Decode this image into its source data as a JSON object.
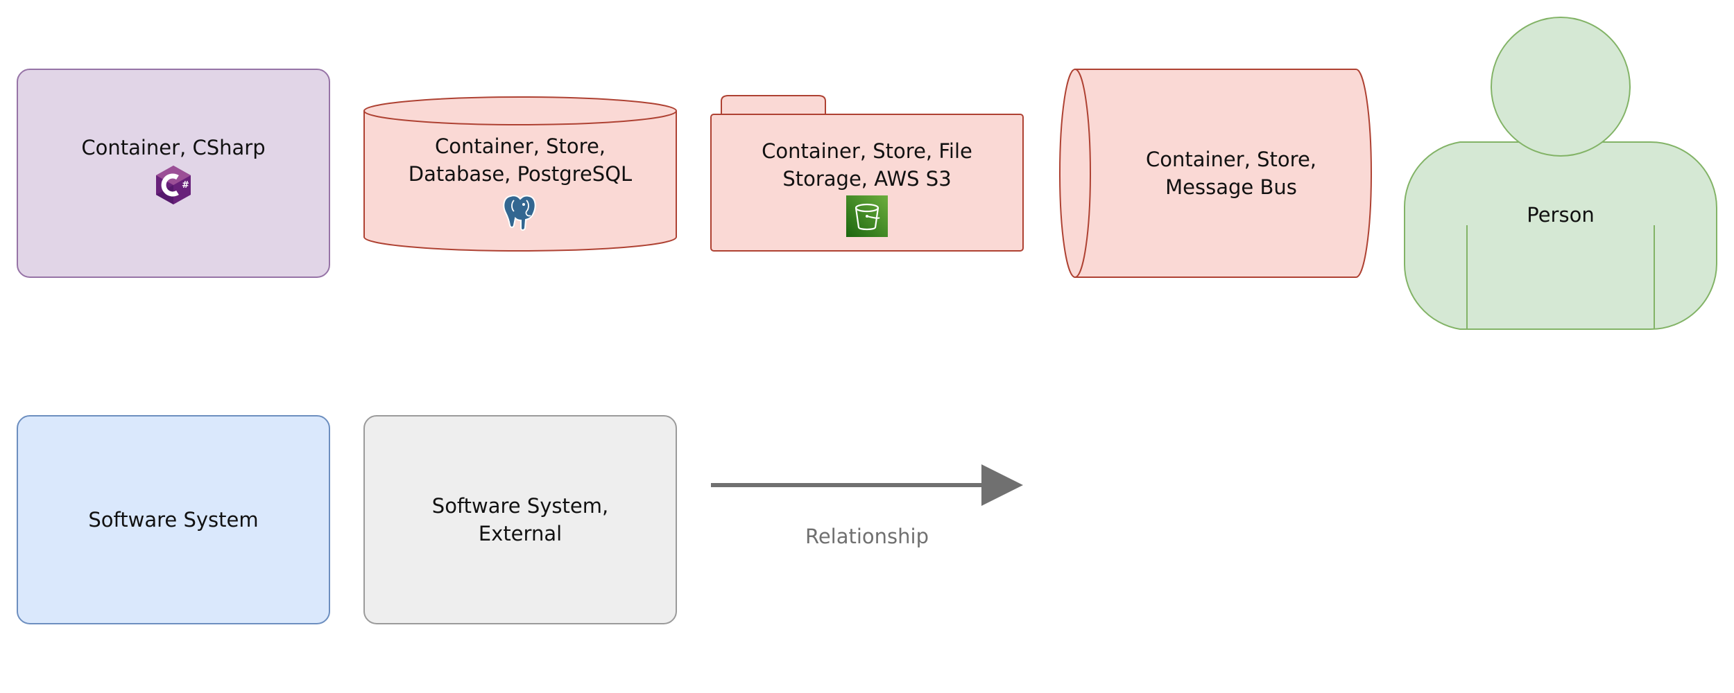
{
  "diagram": {
    "shapes": {
      "container_csharp": {
        "lines": [
          "Container, CSharp"
        ],
        "icon": "csharp-logo-icon",
        "fill": "#e1d5e7",
        "stroke": "#9673a6"
      },
      "container_database": {
        "lines": [
          "Container, Store,",
          "Database, PostgreSQL"
        ],
        "icon": "postgresql-elephant-icon",
        "fill": "#fad9d5",
        "stroke": "#ae4132"
      },
      "container_file_storage": {
        "lines": [
          "Container, Store, File",
          "Storage, AWS S3"
        ],
        "icon": "aws-s3-bucket-icon",
        "fill": "#fad9d5",
        "stroke": "#ae4132"
      },
      "container_message_bus": {
        "lines": [
          "Container, Store,",
          "Message Bus"
        ],
        "fill": "#fad9d5",
        "stroke": "#ae4132"
      },
      "person": {
        "lines": [
          "Person"
        ],
        "fill": "#d5e8d4",
        "stroke": "#82b366"
      },
      "software_system": {
        "lines": [
          "Software System"
        ],
        "fill": "#dae8fc",
        "stroke": "#6c8ebf"
      },
      "software_system_external": {
        "lines": [
          "Software System,",
          "External"
        ],
        "fill": "#eeeeee",
        "stroke": "#9a9a9a"
      }
    },
    "relationship": {
      "label": "Relationship",
      "color": "#707070"
    }
  }
}
